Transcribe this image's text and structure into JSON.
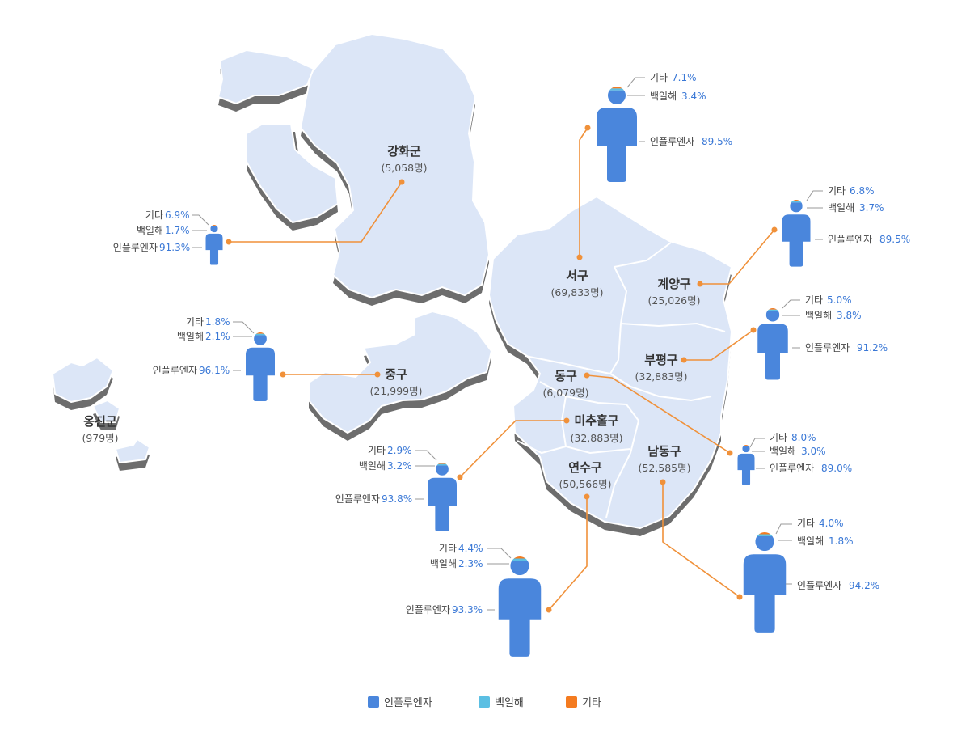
{
  "colors": {
    "influenza": "#4a86dc",
    "pertussis": "#5bbfe3",
    "other": "#f47b20",
    "land": "#dce6f7",
    "shadow": "#6d6d6d",
    "leader": "#f0913a"
  },
  "districts": [
    {
      "id": "ganghwa",
      "name": "강화군",
      "population": "(5,058명)",
      "other": "6.9%",
      "pertussis": "1.7%",
      "influenza": "91.3%",
      "other_pct": 6.9,
      "pertussis_pct": 1.7,
      "influenza_pct": 91.3
    },
    {
      "id": "seo",
      "name": "서구",
      "population": "(69,833명)",
      "other": "7.1%",
      "pertussis": "3.4%",
      "influenza": "89.5%",
      "other_pct": 7.1,
      "pertussis_pct": 3.4,
      "influenza_pct": 89.5
    },
    {
      "id": "gyeyang",
      "name": "계양구",
      "population": "(25,026명)",
      "other": "6.8%",
      "pertussis": "3.7%",
      "influenza": "89.5%",
      "other_pct": 6.8,
      "pertussis_pct": 3.7,
      "influenza_pct": 89.5
    },
    {
      "id": "bupyeong",
      "name": "부평구",
      "population": "(32,883명)",
      "other": "5.0%",
      "pertussis": "3.8%",
      "influenza": "91.2%",
      "other_pct": 5.0,
      "pertussis_pct": 3.8,
      "influenza_pct": 91.2
    },
    {
      "id": "jung",
      "name": "중구",
      "population": "(21,999명)",
      "other": "1.8%",
      "pertussis": "2.1%",
      "influenza": "96.1%",
      "other_pct": 1.8,
      "pertussis_pct": 2.1,
      "influenza_pct": 96.1
    },
    {
      "id": "dong",
      "name": "동구",
      "population": "(6,079명)",
      "other": "8.0%",
      "pertussis": "3.0%",
      "influenza": "89.0%",
      "other_pct": 8.0,
      "pertussis_pct": 3.0,
      "influenza_pct": 89.0
    },
    {
      "id": "michuhol",
      "name": "미추홀구",
      "population": "(32,883명)",
      "other": "2.9%",
      "pertussis": "3.2%",
      "influenza": "93.8%",
      "other_pct": 2.9,
      "pertussis_pct": 3.2,
      "influenza_pct": 93.8
    },
    {
      "id": "yeonsu",
      "name": "연수구",
      "population": "(50,566명)",
      "other": "4.4%",
      "pertussis": "2.3%",
      "influenza": "93.3%",
      "other_pct": 4.4,
      "pertussis_pct": 2.3,
      "influenza_pct": 93.3
    },
    {
      "id": "namdong",
      "name": "남동구",
      "population": "(52,585명)",
      "other": "4.0%",
      "pertussis": "1.8%",
      "influenza": "94.2%",
      "other_pct": 4.0,
      "pertussis_pct": 1.8,
      "influenza_pct": 94.2
    },
    {
      "id": "ongjin",
      "name": "옹진군",
      "population": "(979명)"
    }
  ],
  "series_labels": {
    "other": "기타",
    "pertussis": "백일해",
    "influenza": "인플루엔자"
  },
  "legend": [
    {
      "label": "인플루엔자",
      "key": "influenza"
    },
    {
      "label": "백일해",
      "key": "pertussis"
    },
    {
      "label": "기타",
      "key": "other"
    }
  ]
}
